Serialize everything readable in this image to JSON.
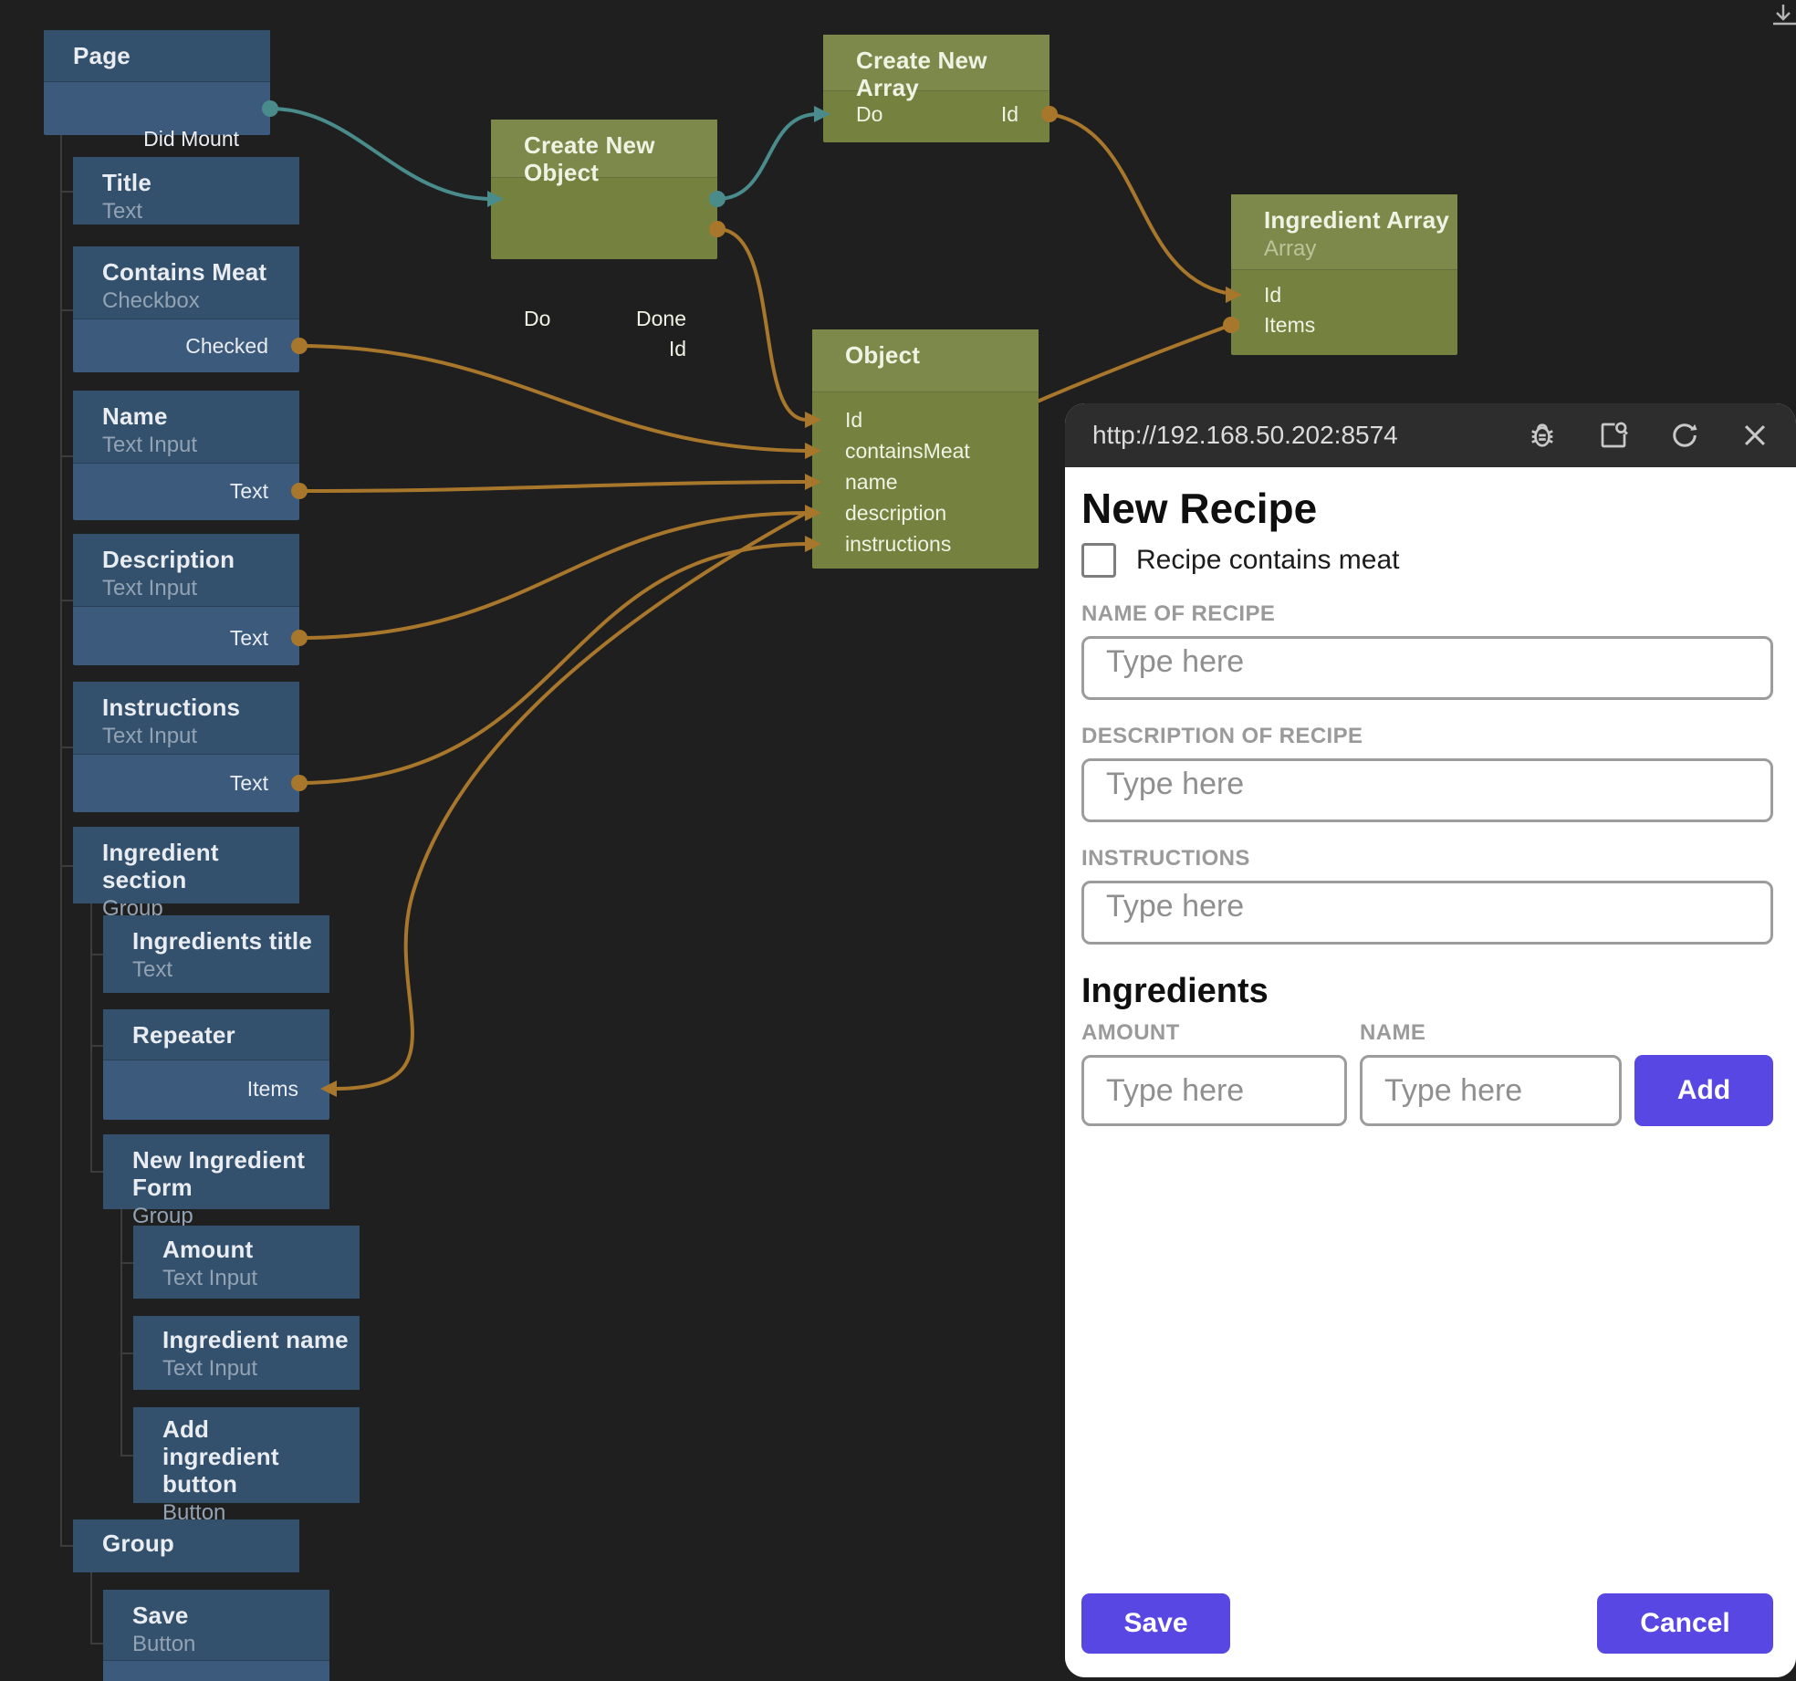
{
  "graph": {
    "page": {
      "title": "Page",
      "port_did_mount": "Did Mount"
    },
    "title_node": {
      "title": "Title",
      "subtitle": "Text"
    },
    "contains_meat": {
      "title": "Contains Meat",
      "subtitle": "Checkbox",
      "port_checked": "Checked"
    },
    "name_node": {
      "title": "Name",
      "subtitle": "Text Input",
      "port_text": "Text"
    },
    "description_node": {
      "title": "Description",
      "subtitle": "Text Input",
      "port_text": "Text"
    },
    "instructions_node": {
      "title": "Instructions",
      "subtitle": "Text Input",
      "port_text": "Text"
    },
    "ingredient_section": {
      "title": "Ingredient section",
      "subtitle": "Group"
    },
    "ingredients_title": {
      "title": "Ingredients title",
      "subtitle": "Text"
    },
    "repeater": {
      "title": "Repeater",
      "port_items": "Items"
    },
    "new_ingredient_form": {
      "title": "New Ingredient Form",
      "subtitle": "Group"
    },
    "amount": {
      "title": "Amount",
      "subtitle": "Text Input"
    },
    "ingredient_name": {
      "title": "Ingredient name",
      "subtitle": "Text Input"
    },
    "add_ingredient_button": {
      "title": "Add ingredient button",
      "subtitle": "Button"
    },
    "group": {
      "title": "Group"
    },
    "save_node": {
      "title": "Save",
      "subtitle": "Button"
    },
    "create_new_object": {
      "title": "Create New Object",
      "port_do": "Do",
      "port_done": "Done",
      "port_id": "Id"
    },
    "create_new_array": {
      "title": "Create New Array",
      "port_do": "Do",
      "port_id": "Id"
    },
    "object_node": {
      "title": "Object",
      "ports": [
        "Id",
        "containsMeat",
        "name",
        "description",
        "instructions"
      ]
    },
    "ingredient_array": {
      "title": "Ingredient Array",
      "subtitle": "Array",
      "port_id": "Id",
      "port_items": "Items"
    }
  },
  "preview": {
    "url": "http://192.168.50.202:8574",
    "toolbar_icons": [
      "debug-icon",
      "inspect-icon",
      "refresh-icon",
      "close-icon"
    ],
    "form": {
      "heading": "New Recipe",
      "checkbox_label": "Recipe contains meat",
      "checkbox_checked": false,
      "name_label": "NAME OF RECIPE",
      "name_placeholder": "Type here",
      "description_label": "DESCRIPTION OF RECIPE",
      "description_placeholder": "Type here",
      "instructions_label": "INSTRUCTIONS",
      "instructions_placeholder": "Type here",
      "ingredients_heading": "Ingredients",
      "amount_label": "AMOUNT",
      "amount_placeholder": "Type here",
      "ingredient_name_label": "NAME",
      "ingredient_name_placeholder": "Type here",
      "add_button": "Add",
      "save_button": "Save",
      "cancel_button": "Cancel"
    }
  },
  "window": {
    "top_right_icon": "download-icon"
  },
  "colors": {
    "canvas_bg": "#1f1f1f",
    "node_blue_header": "#33506c",
    "node_blue_body": "#3b5a7c",
    "node_green_header": "#7c894a",
    "node_green_body": "#75813f",
    "wire_teal": "#4a8b8b",
    "wire_orange": "#a9772b",
    "urlbar_bg": "#2d2d2d",
    "accent_purple": "#5847e3"
  }
}
